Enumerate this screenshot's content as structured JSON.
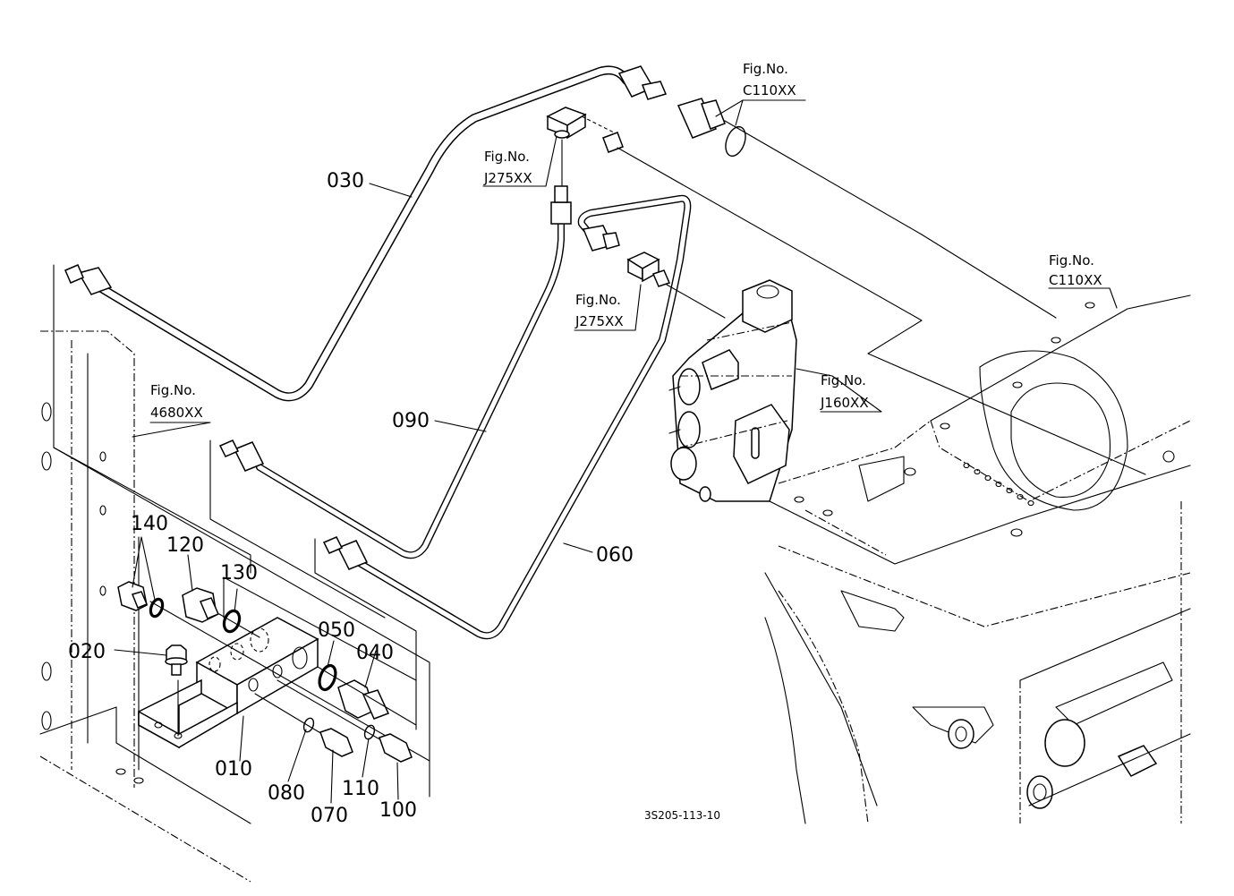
{
  "diagram": {
    "drawing_code": "3S205-113-10",
    "part_labels": [
      {
        "id": "030",
        "text": "030"
      },
      {
        "id": "090",
        "text": "090"
      },
      {
        "id": "060",
        "text": "060"
      },
      {
        "id": "140",
        "text": "140"
      },
      {
        "id": "120",
        "text": "120"
      },
      {
        "id": "130",
        "text": "130"
      },
      {
        "id": "020",
        "text": "020"
      },
      {
        "id": "050",
        "text": "050"
      },
      {
        "id": "040",
        "text": "040"
      },
      {
        "id": "010",
        "text": "010"
      },
      {
        "id": "080",
        "text": "080"
      },
      {
        "id": "070",
        "text": "070"
      },
      {
        "id": "110",
        "text": "110"
      },
      {
        "id": "100",
        "text": "100"
      }
    ],
    "figure_refs": [
      {
        "prefix": "Fig.No.",
        "code": "C110XX"
      },
      {
        "prefix": "Fig.No.",
        "code": "J275XX"
      },
      {
        "prefix": "Fig.No.",
        "code": "J275XX"
      },
      {
        "prefix": "Fig.No.",
        "code": "C110XX"
      },
      {
        "prefix": "Fig.No.",
        "code": "J160XX"
      },
      {
        "prefix": "Fig.No.",
        "code": "4680XX"
      }
    ]
  }
}
